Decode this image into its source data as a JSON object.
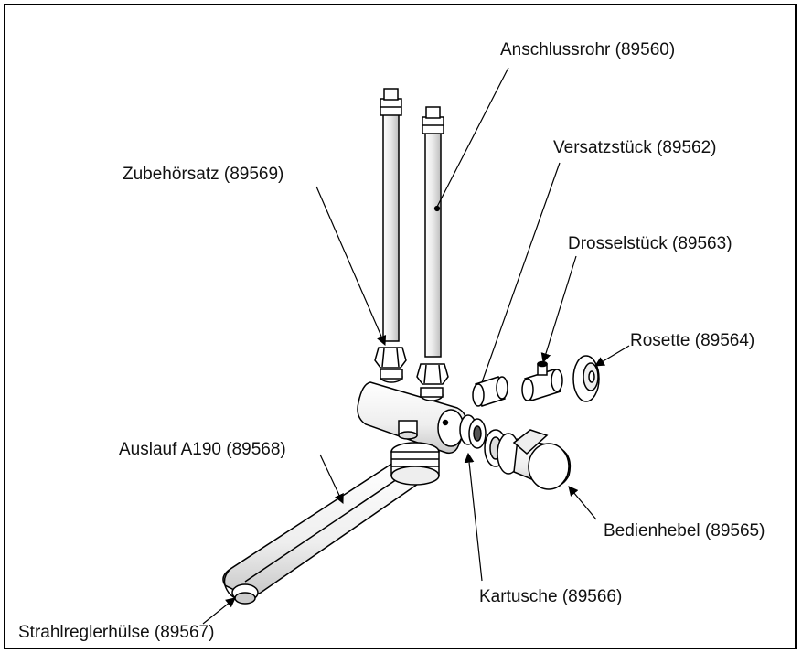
{
  "labels": {
    "anschlussrohr": "Anschlussrohr (89560)",
    "versatzstueck": "Versatzstück (89562)",
    "zubehoersatz": "Zubehörsatz (89569)",
    "drosselstueck": "Drosselstück (89563)",
    "rosette": "Rosette (89564)",
    "auslauf": "Auslauf A190 (89568)",
    "bedienhebel": "Bedienhebel (89565)",
    "kartusche": "Kartusche (89566)",
    "strahlregler": "Strahlreglerhülse (89567)"
  },
  "colors": {
    "line": "#000000",
    "fill": "#ffffff",
    "shade": "#d9d9d9"
  }
}
